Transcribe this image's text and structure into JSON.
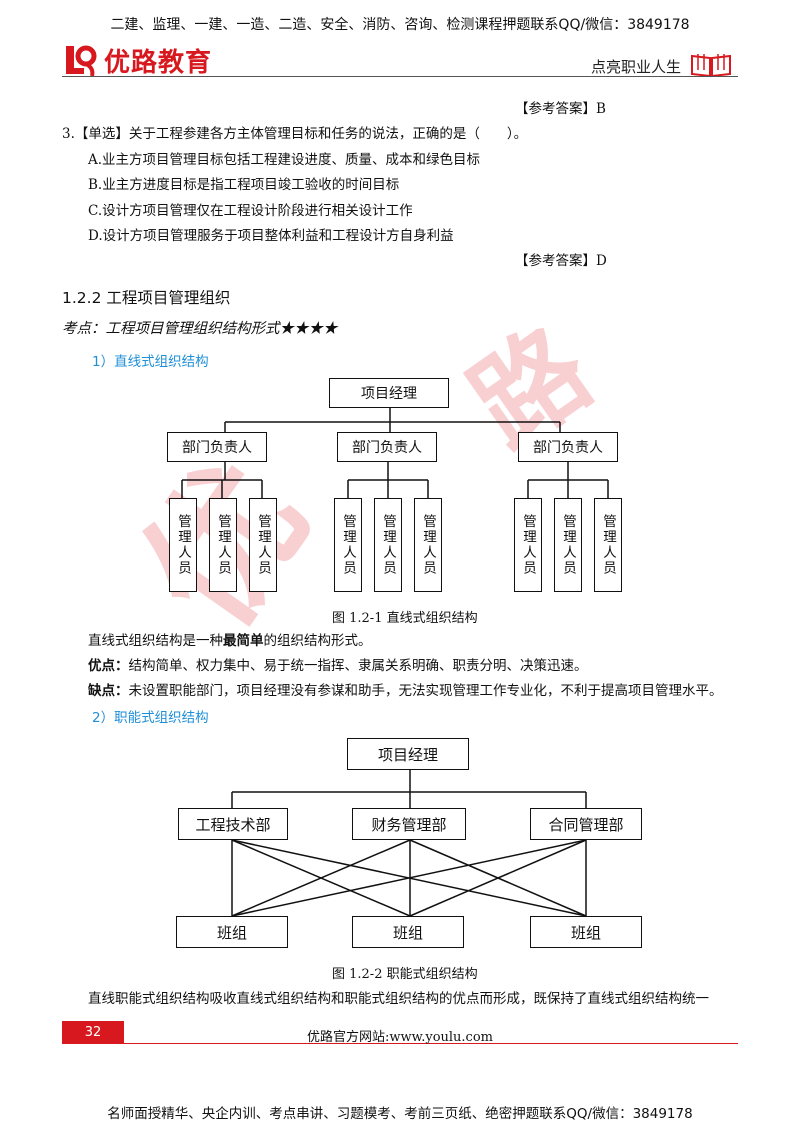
{
  "header": {
    "top_banner": "二建、监理、一建、一造、二造、安全、消防、咨询、检测课程押题联系QQ/微信：3849178",
    "logo_text": "优路教育",
    "slogan": "点亮职业人生",
    "logo_icon": "book-icon"
  },
  "content": {
    "answer_b": "【参考答案】B",
    "q3": {
      "stem": "3.【单选】关于工程参建各方主体管理目标和任务的说法，正确的是（　　）。",
      "options": [
        "A.业主方项目管理目标包括工程建设进度、质量、成本和绿色目标",
        "B.业主方进度目标是指工程项目竣工验收的时间目标",
        "C.设计方项目管理仅在工程设计阶段进行相关设计工作",
        "D.设计方项目管理服务于项目整体利益和工程设计方自身利益"
      ],
      "answer": "【参考答案】D"
    },
    "section_title": "1.2.2 工程项目管理组织",
    "kaodian": "考点：工程项目管理组织结构形式★★★★",
    "sub1": "1）直线式组织结构",
    "fig1": {
      "top": "项目经理",
      "dept": "部门负责人",
      "staff": "管理人员",
      "caption": "图 1.2-1 直线式组织结构"
    },
    "p1_pre": "直线式组织结构是一种",
    "p1_bold": "最简单",
    "p1_post": "的组织结构形式。",
    "pros_label": "优点：",
    "pros_text": "结构简单、权力集中、易于统一指挥、隶属关系明确、职责分明、决策迅速。",
    "cons_label": "缺点：",
    "cons_text": "未设置职能部门，项目经理没有参谋和助手，无法实现管理工作专业化，不利于提高项目管理水平。",
    "sub2": "2）职能式组织结构",
    "fig2": {
      "top": "项目经理",
      "depts": [
        "工程技术部",
        "财务管理部",
        "合同管理部"
      ],
      "team": "班组",
      "caption": "图 1.2-2 职能式组织结构"
    },
    "p_last": "直线职能式组织结构吸收直线式组织结构和职能式组织结构的优点而形成，既保持了直线式组织结构统一"
  },
  "footer": {
    "page_number": "32",
    "site": "优路官方网站:www.youlu.com",
    "bottom_banner": "名师面授精华、央企内训、考点串讲、习题模考、考前三页纸、绝密押题联系QQ/微信：3849178"
  },
  "colors": {
    "brand_red": "#d7191f",
    "link_blue": "#1f8fd8"
  }
}
